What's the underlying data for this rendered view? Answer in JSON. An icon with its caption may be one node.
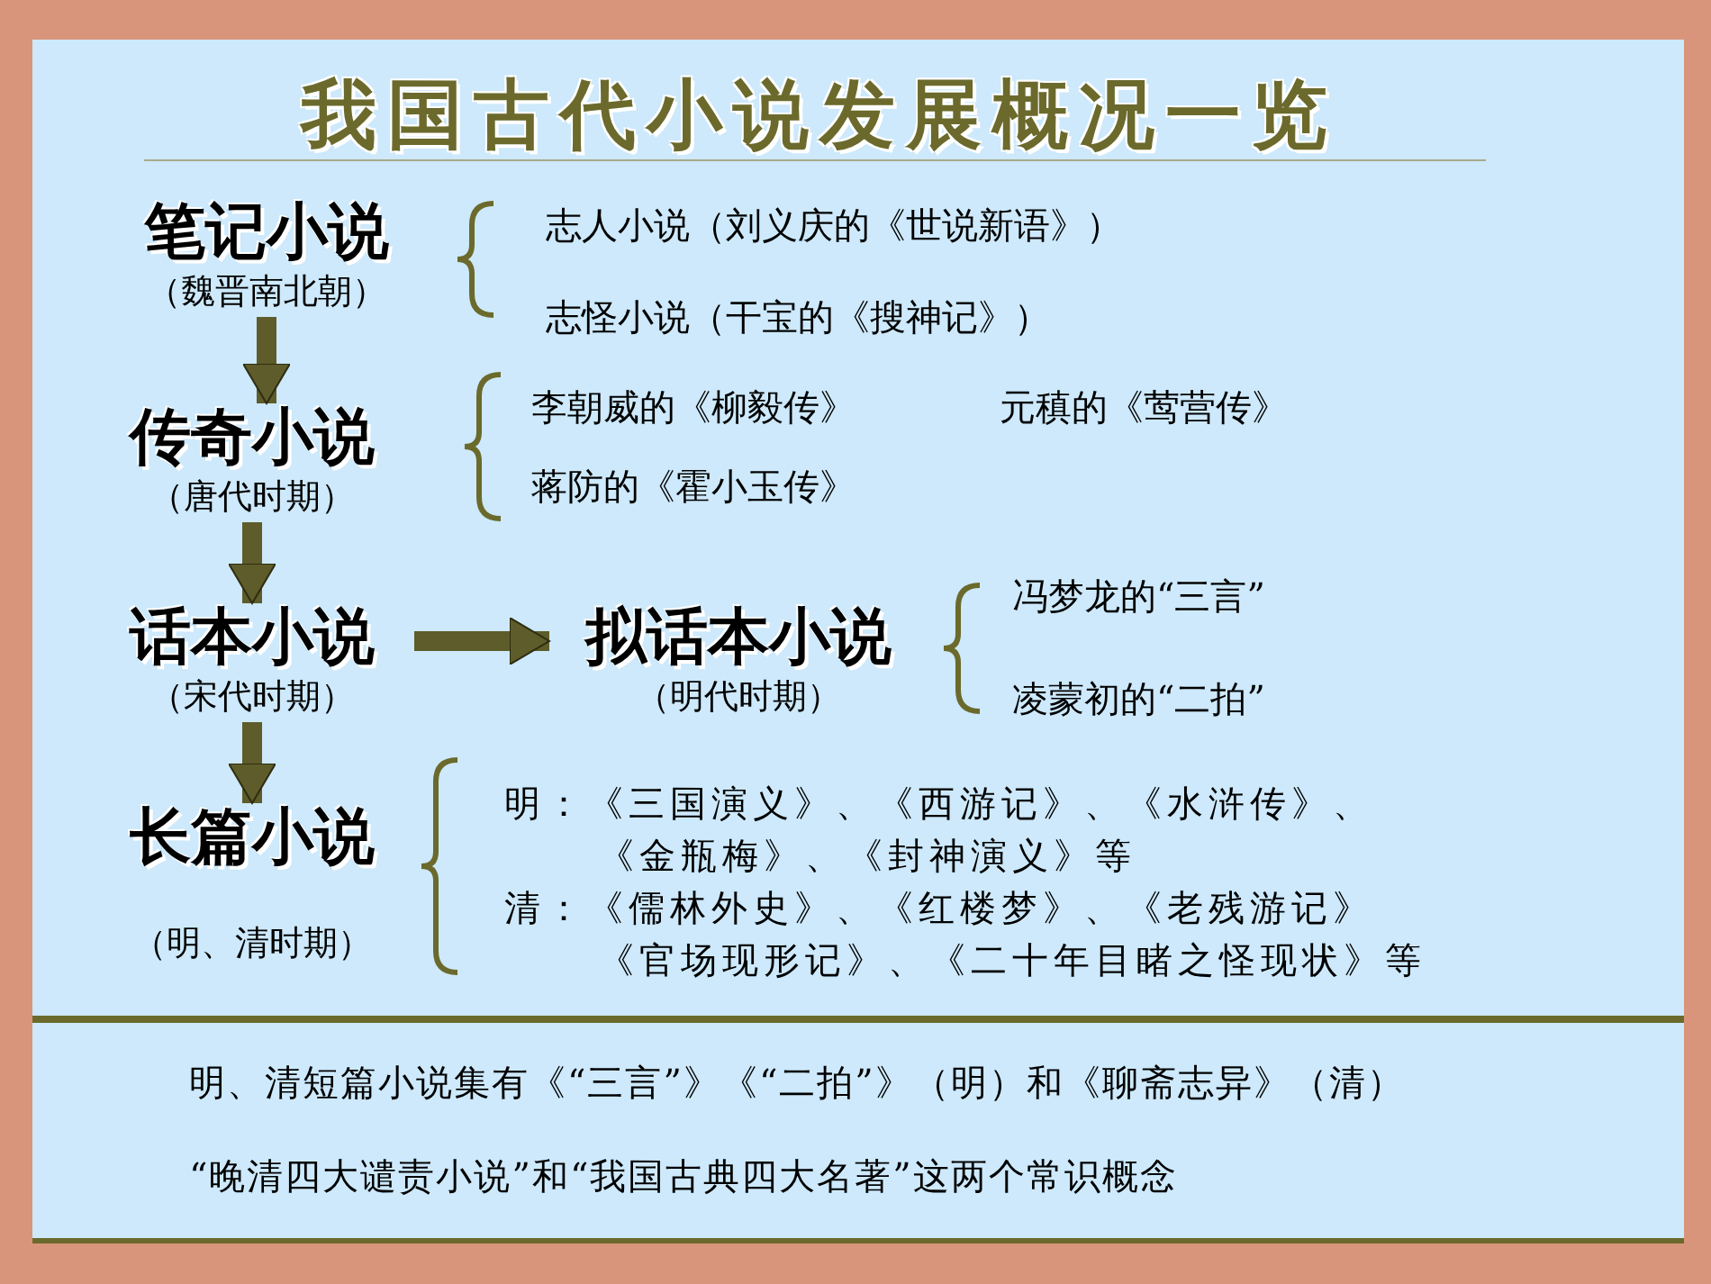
{
  "diagram": {
    "title": "我国古代小说发展概况一览",
    "nodes": [
      {
        "text": [
          "笔记小说",
          "（魏晋南北朝）"
        ],
        "beside": [
          "志人小说（刘义庆的《世说新语》）",
          "志怪小说（干宝的《搜神记》）"
        ]
      },
      {
        "text": [
          "传奇小说",
          "（唐代时期）"
        ],
        "beside": [
          "李朝威的《柳毅传》",
          "蒋防的《霍小玉传》"
        ]
      },
      {
        "text": [
          "话本小说",
          "（宋代时期）"
        ]
      },
      {
        "text": [
          "拟话本小说",
          "（明代时期）"
        ],
        "beside": [
          "冯梦龙的“三言”",
          "凌蒙初的“二拍”"
        ]
      },
      {
        "text": [
          "长篇小说",
          "（明、清时期）"
        ],
        "beside": [
          "明：《三国演义》、《西游记》、《水浒传》、《金瓶梅》、《封神演义》等",
          "清：《儒林外史》、《红楼梦》、《老残游记》《官场现形记》、《二十年目睹之怪现状》等"
        ]
      }
    ],
    "edges": [
      {
        "from": 0,
        "to": 1,
        "arrow": "to"
      },
      {
        "from": 1,
        "to": 2,
        "arrow": "to"
      },
      {
        "from": 2,
        "to": 3,
        "arrow": "to"
      },
      {
        "from": 2,
        "to": 4,
        "arrow": "to"
      }
    ],
    "labels": [
      "元稹的《莺营传》",
      "明、清短篇小说集有《“三言”》《“二拍”》（明）和《聊斋志异》（清）",
      "“晚清四大谴责小说”和“我国古典四大名著”这两个常识概念"
    ]
  }
}
